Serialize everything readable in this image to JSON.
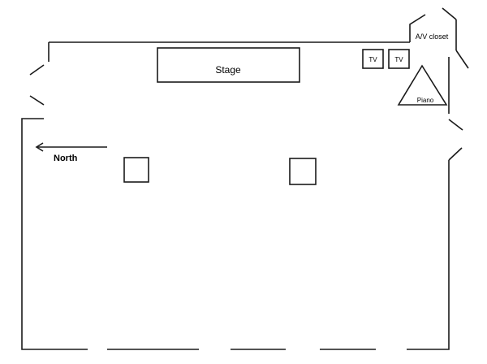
{
  "labels": {
    "stage": "Stage",
    "tv_1": "TV",
    "tv_2": "TV",
    "av_closet": "A/V closet",
    "piano": "Piano",
    "north": "North"
  },
  "colors": {
    "line": "#1a1a1a",
    "background": "#ffffff"
  }
}
